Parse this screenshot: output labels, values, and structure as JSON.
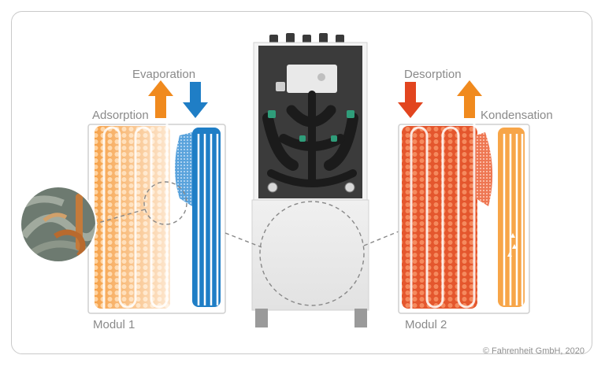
{
  "labels": {
    "evaporation": "Evaporation",
    "adsorption": "Adsorption",
    "desorption": "Desorption",
    "kondensation": "Kondensation",
    "modul1": "Modul 1",
    "modul2": "Modul 2"
  },
  "copyright": "© Fahrenheit GmbH, 2020",
  "colors": {
    "orange": "#f08a1e",
    "light_orange": "#f7b35d",
    "blue": "#1f7ec6",
    "red": "#e2451f",
    "gray_text": "#8a8a8a"
  },
  "icons": {
    "evaporation_arrow": "arrow-up-orange",
    "adsorption_in_arrow": "arrow-down-blue",
    "desorption_arrow": "arrow-down-red",
    "kondensation_arrow": "arrow-up-orange"
  }
}
